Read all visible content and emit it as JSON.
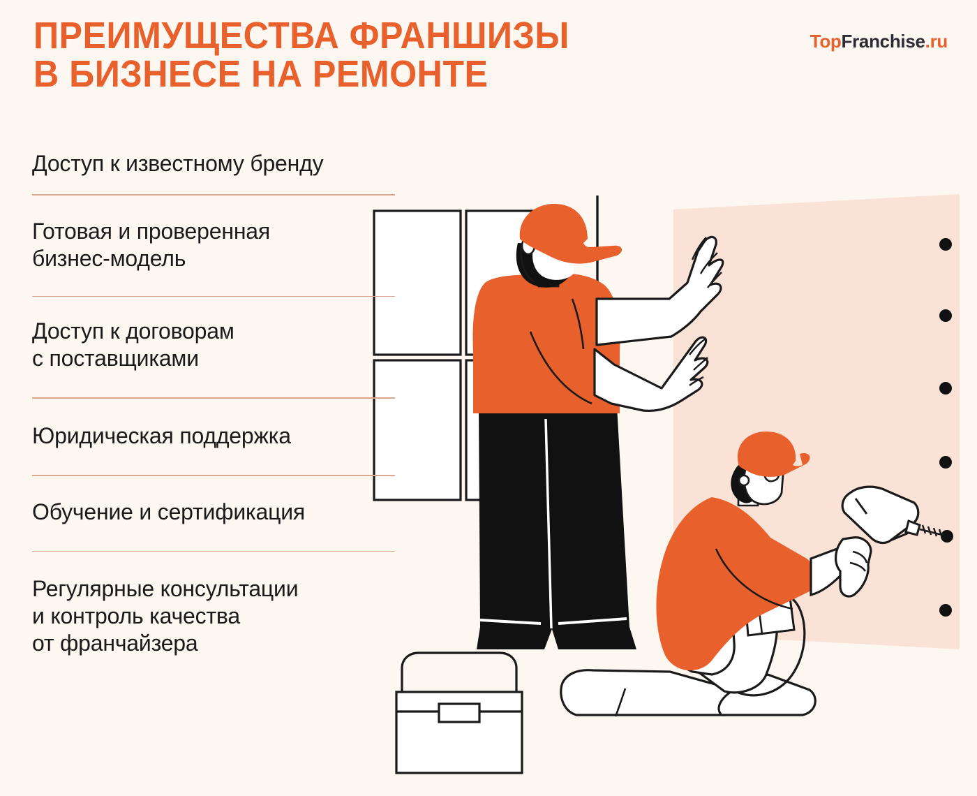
{
  "background": {
    "page_color": "#FDF7F2",
    "wall_panel_color": "#FBE2D7",
    "accent_color": "#E8602C",
    "divider_color": "#DBA78C",
    "text_color": "#1A1A1A"
  },
  "logo": {
    "name": "TopFranchise.ru",
    "part_top": "Top",
    "part_franchise": "Franchise",
    "part_tld": ".ru"
  },
  "header": {
    "title": "ПРЕИМУЩЕСТВА ФРАНШИЗЫ\nВ БИЗНЕСЕ НА РЕМОНТЕ",
    "title_line_1": "ПРЕИМУЩЕСТВА ФРАНШИЗЫ",
    "title_line_2": "В БИЗНЕСЕ НА РЕМОНТЕ"
  },
  "benefits": [
    {
      "index": 1,
      "text": "Доступ к известному бренду"
    },
    {
      "index": 2,
      "text": "Готовая и проверенная\nбизнес-модель"
    },
    {
      "index": 3,
      "text": "Доступ к договорам\nс поставщиками"
    },
    {
      "index": 4,
      "text": "Юридическая поддержка"
    },
    {
      "index": 5,
      "text": "Обучение и сертификация"
    },
    {
      "index": 6,
      "text": "Регулярные консультации\nи контроль качества\nот франчайзера"
    }
  ],
  "illustration": {
    "scene_name": "two-repair-workers-installing-wall-panels",
    "elements": [
      {
        "name": "cabinet-panels",
        "count": 4,
        "fill": "#FFFFFF",
        "stroke": "#1A1A1A"
      },
      {
        "name": "wall-corner-line",
        "stroke": "#1A1A1A"
      },
      {
        "name": "pink-wall-panel",
        "fill": "#FBE2D7"
      },
      {
        "name": "standing-worker",
        "cap": "#E8602C",
        "shirt": "#E8602C",
        "trousers": "#111111",
        "skin": "#FFFFFF",
        "beard": "#111111"
      },
      {
        "name": "kneeling-worker",
        "cap": "#E8602C",
        "jacket": "#E8602C",
        "trousers": "#FFFFFF",
        "skin": "#FFFFFF",
        "hair": "#111111"
      },
      {
        "name": "power-drill",
        "fill": "#FFFFFF",
        "stroke": "#1A1A1A"
      },
      {
        "name": "toolbox",
        "fill": "#FFFFFF",
        "stroke": "#1A1A1A"
      }
    ],
    "drill_holes": {
      "name": "drill-hole-dots",
      "count": 6,
      "color": "#111111"
    }
  }
}
